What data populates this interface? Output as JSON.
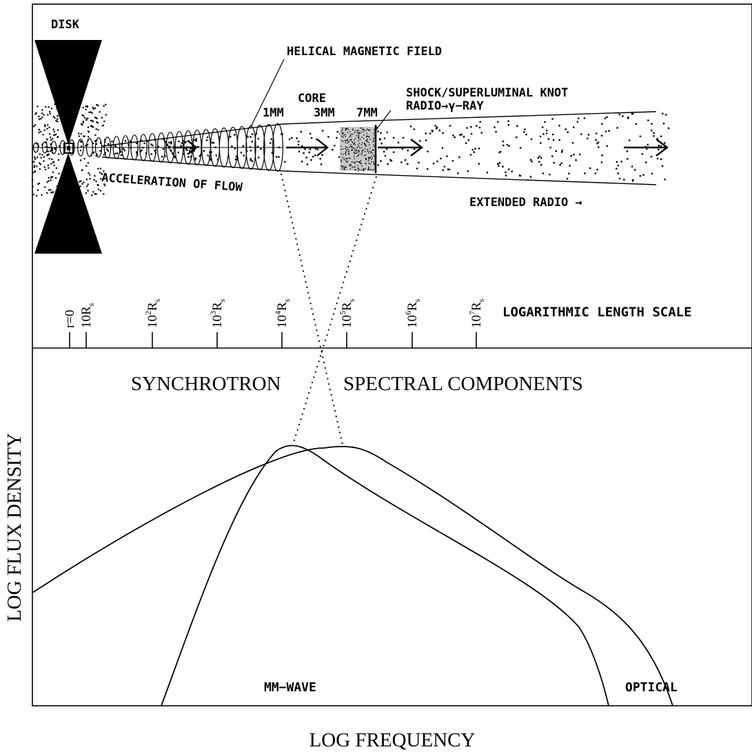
{
  "jet": {
    "disk": "DISK",
    "helical": "HELICAL MAGNETIC FIELD",
    "core": "CORE",
    "mm1": "1MM",
    "mm3": "3MM",
    "mm7": "7MM",
    "shock": "SHOCK/SUPERLUMINAL KNOT",
    "radio_gamma": "RADIO→γ−RAY",
    "acceleration": "ACCELERATION OF FLOW",
    "extended": "EXTENDED RADIO →"
  },
  "scale": {
    "label": "LOGARITHMIC LENGTH SCALE",
    "ticks": [
      "r=0",
      "10R",
      "10",
      "10",
      "10",
      "10",
      "10",
      "10"
    ],
    "tick_sups": [
      "",
      "",
      "2",
      "3",
      "4",
      "5",
      "6",
      "7"
    ],
    "tick_subs": [
      "",
      "s",
      "s",
      "s",
      "s",
      "s",
      "s",
      "s"
    ]
  },
  "spectrum": {
    "title_left": "SYNCHROTRON",
    "title_right": "SPECTRAL COMPONENTS",
    "xlabel": "LOG FREQUENCY",
    "ylabel": "LOG FLUX DENSITY",
    "mm_wave": "MM−WAVE",
    "optical": "OPTICAL"
  }
}
